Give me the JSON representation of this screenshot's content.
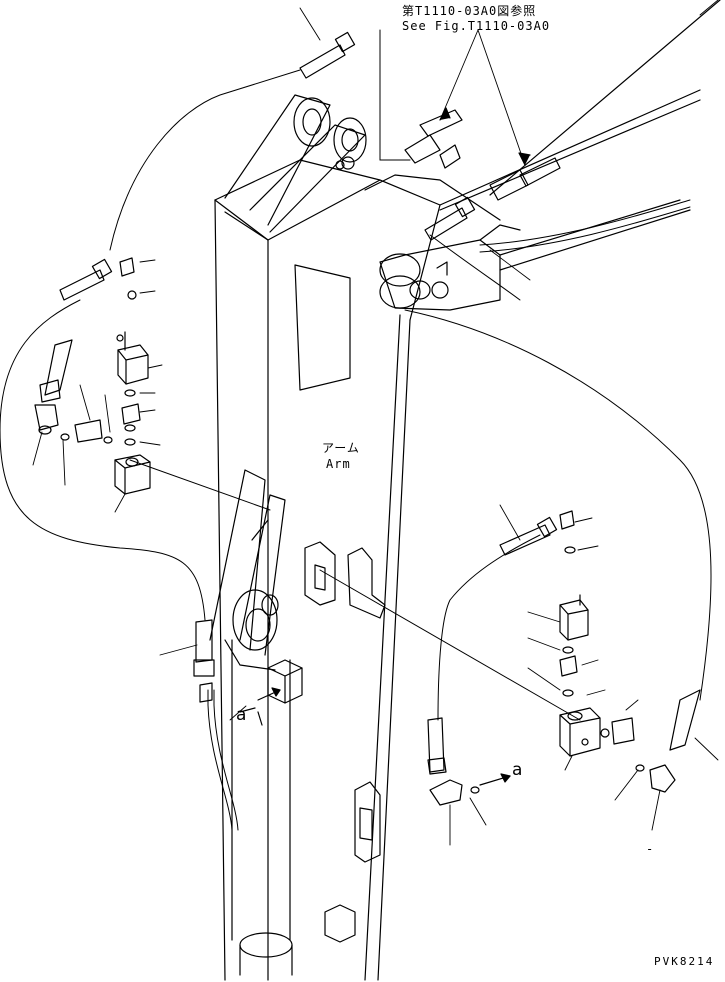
{
  "reference": {
    "japanese": "第T1110-03A0図参照",
    "english": "See Fig.T1110-03A0"
  },
  "arm_label": {
    "japanese": "アーム",
    "english": "Arm"
  },
  "markers": {
    "left": "a",
    "right": "a",
    "dash": "-"
  },
  "drawing_code": "PVK8214",
  "colors": {
    "line": "#000000",
    "background": "#ffffff"
  }
}
